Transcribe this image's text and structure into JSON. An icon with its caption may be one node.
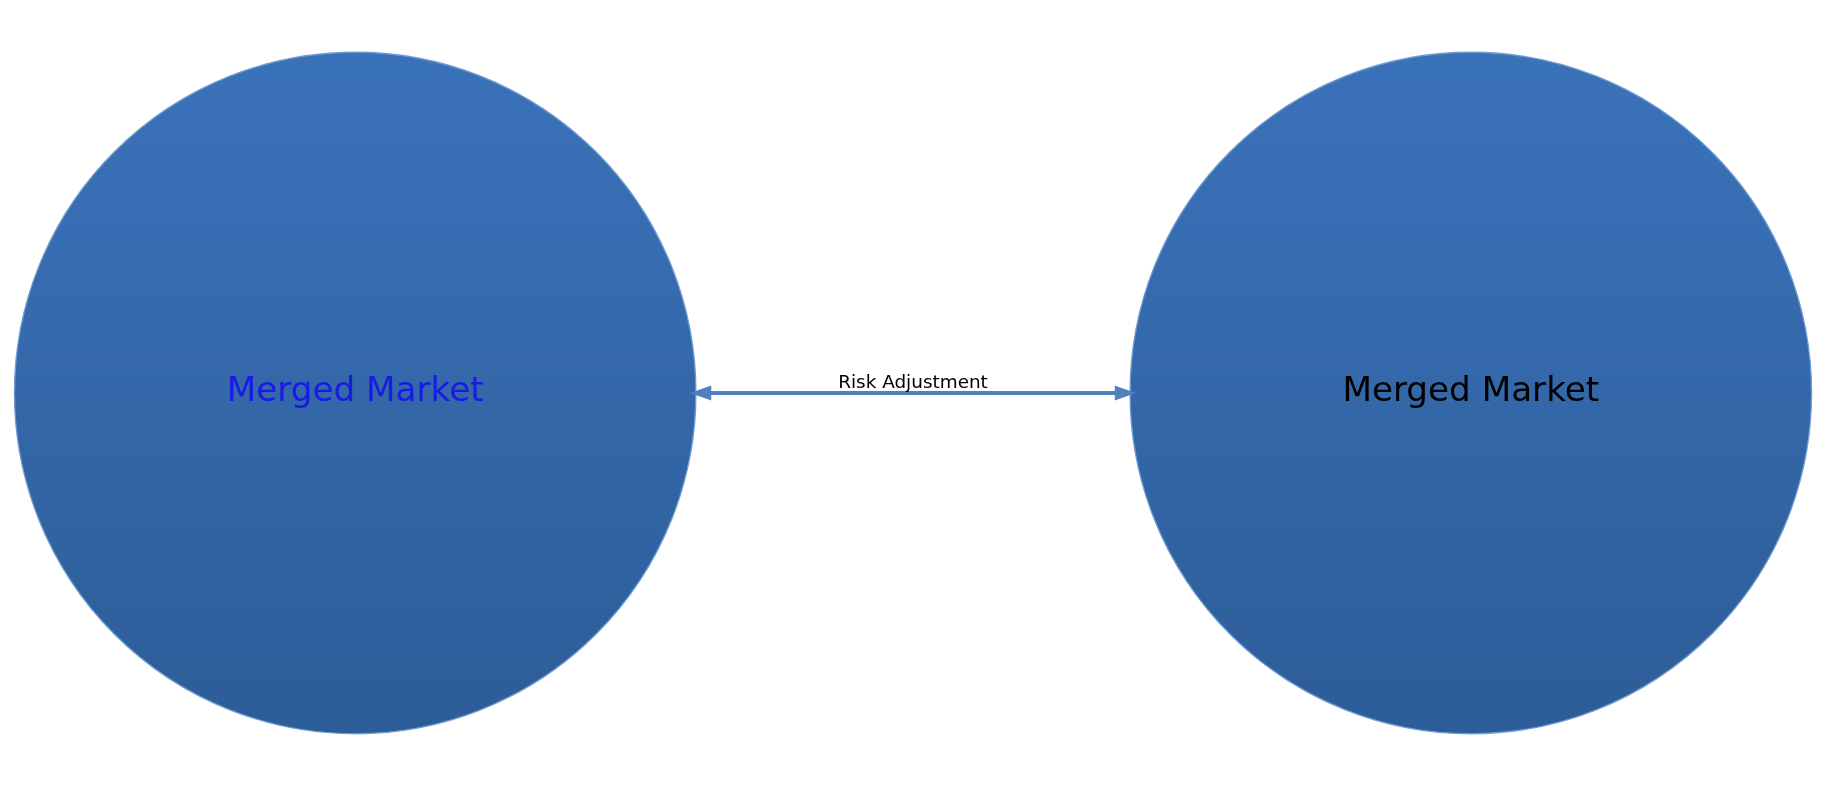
{
  "diagram": {
    "nodes": [
      {
        "text": [
          "Merged Market"
        ]
      },
      {
        "text": [
          "Merged Market"
        ]
      }
    ],
    "edges": [
      {
        "from": 0,
        "to": 1,
        "arrow": "both",
        "label": "Risk Adjustment"
      }
    ]
  }
}
